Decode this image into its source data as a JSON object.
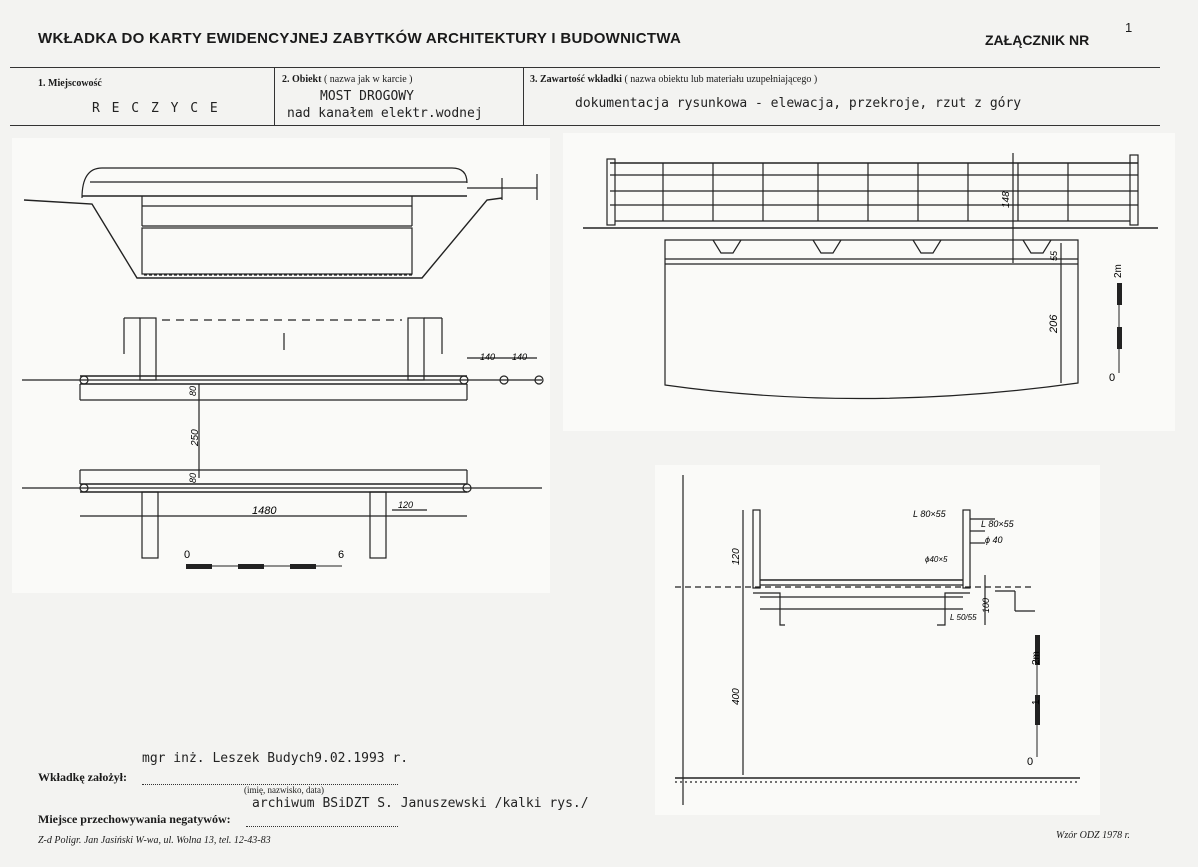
{
  "header": {
    "title": "WKŁADKA DO KARTY EWIDENCYJNEJ ZABYTKÓW ARCHITEKTURY I BUDOWNICTWA",
    "annex_label": "ZAŁĄCZNIK NR",
    "annex_number": "1"
  },
  "fields": {
    "locality": {
      "label": "1. Miejscowość",
      "value": "R E C Z Y C E"
    },
    "object": {
      "label": "2. Obiekt",
      "label_sub": "( nazwa jak w karcie )",
      "value_line1": "MOST DROGOWY",
      "value_line2": "nad kanałem elektr.wodnej"
    },
    "contents": {
      "label": "3. Zawartość wkładki",
      "label_sub": "( nazwa obiektu lub materiału uzupełniającego )",
      "value": "dokumentacja rysunkowa - elewacja, przekroje, rzut z góry"
    }
  },
  "drawings": {
    "plan": {
      "dims": [
        "140",
        "140",
        "80",
        "250",
        "80",
        "1480",
        "120"
      ],
      "scale_start": "0",
      "scale_end": "6"
    },
    "elevation": {
      "dims": [
        "148",
        "206",
        "55"
      ],
      "scale_start": "0",
      "scale_end": "2m"
    },
    "section": {
      "labels": [
        "L 80×55",
        "L 80×55",
        "ϕ 40",
        "ϕ40×5",
        "L 50/55"
      ],
      "dims": [
        "120",
        "100",
        "400"
      ],
      "scale_start": "0",
      "scale_mid": "1",
      "scale_end": "2m"
    }
  },
  "footer": {
    "author_value": "mgr inż. Leszek Budych9.02.1993 r.",
    "author_label": "Wkładkę założył:",
    "author_caption": "(imię, nazwisko, data)",
    "storage_value": "archiwum BSiDZT S. Januszewski /kalki rys./",
    "storage_label": "Miejsce przechowywania negatywów:",
    "printer": "Z-d Poligr. Jan Jasiński W-wa, ul. Wolna 13, tel. 12-43-83",
    "form_id": "Wzór ODZ 1978 r."
  }
}
